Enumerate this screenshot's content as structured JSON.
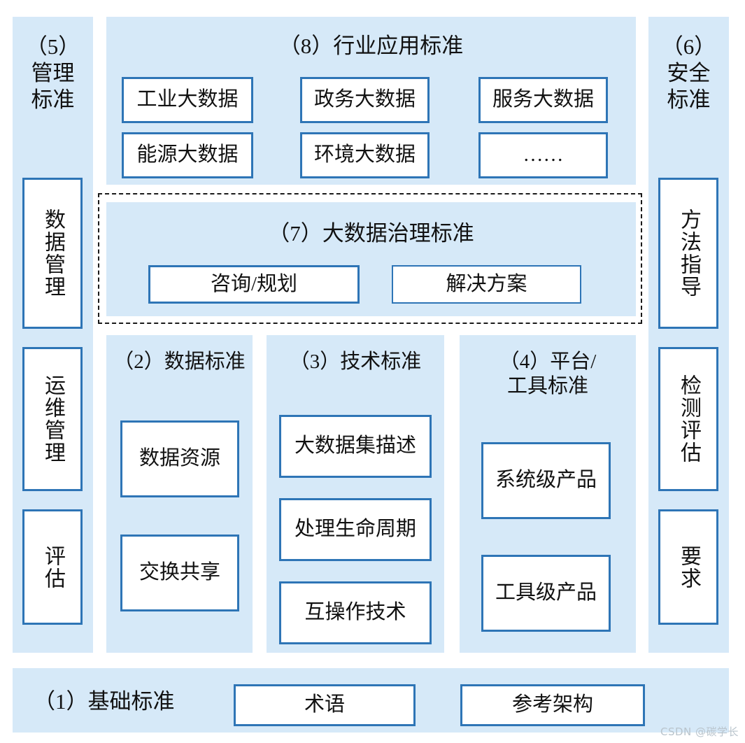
{
  "figure": {
    "kind": "big-data-standards-framework-diagram",
    "palette": {
      "panel_fill": "#d6e9f8",
      "box_border": "#2e75b6",
      "box_fill": "#ffffff",
      "page_bg": "#ffffff",
      "dashed_border": "#1a1a1a",
      "text": "#111111",
      "watermark": "#b9c4cc"
    }
  },
  "left_column": {
    "title": "（5）\n管理\n标准",
    "items": [
      {
        "label": "数据管理"
      },
      {
        "label": "运维管理"
      },
      {
        "label": "评估"
      }
    ]
  },
  "right_column": {
    "title": "（6）\n安全\n标准",
    "items": [
      {
        "label": "方法指导"
      },
      {
        "label": "检测评估"
      },
      {
        "label": "要求"
      }
    ]
  },
  "industry_application": {
    "title": "（8）行业应用标准",
    "items": [
      {
        "label": "工业大数据"
      },
      {
        "label": "政务大数据"
      },
      {
        "label": "服务大数据"
      },
      {
        "label": "能源大数据"
      },
      {
        "label": "环境大数据"
      },
      {
        "label": "……"
      }
    ]
  },
  "governance": {
    "title": "（7）大数据治理标准",
    "items": [
      {
        "label": "咨询/规划"
      },
      {
        "label": "解决方案"
      }
    ]
  },
  "middle_columns": [
    {
      "title": "（2）数据标准",
      "items": [
        {
          "label": "数据资源"
        },
        {
          "label": "交换共享"
        }
      ]
    },
    {
      "title": "（3）技术标准",
      "items": [
        {
          "label": "大数据集描述"
        },
        {
          "label": "处理生命周期"
        },
        {
          "label": "互操作技术"
        }
      ]
    },
    {
      "title": "（4）平台/\n工具标准",
      "items": [
        {
          "label": "系统级产品"
        },
        {
          "label": "工具级产品"
        }
      ]
    }
  ],
  "foundation": {
    "title": "（1）基础标准",
    "items": [
      {
        "label": "术语"
      },
      {
        "label": "参考架构"
      }
    ]
  },
  "watermark": {
    "text": "CSDN @碳学长"
  }
}
